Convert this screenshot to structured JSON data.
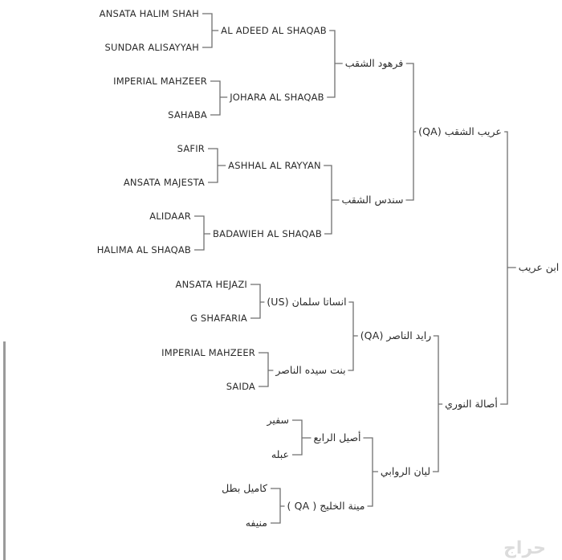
{
  "pedigree": {
    "root": "ابن عريب",
    "sire": {
      "name": "عريب الشقب (QA)",
      "sire": {
        "name": "فرهود الشقب",
        "sire": {
          "name": "AL ADEED AL SHAQAB",
          "sire": "ANSATA HALIM SHAH",
          "dam": "SUNDAR ALISAYYAH"
        },
        "dam": {
          "name": "JOHARA AL SHAQAB",
          "sire": "IMPERIAL MAHZEER",
          "dam": "SAHABA"
        }
      },
      "dam": {
        "name": "سندس الشقب",
        "sire": {
          "name": "ASHHAL AL RAYYAN",
          "sire": "SAFIR",
          "dam": "ANSATA MAJESTA"
        },
        "dam": {
          "name": "BADAWIEH AL SHAQAB",
          "sire": "ALIDAAR",
          "dam": "HALIMA AL SHAQAB"
        }
      }
    },
    "dam": {
      "name": "أصالة النوري",
      "sire": {
        "name": "رايد الناصر (QA)",
        "sire": {
          "name": "انساتا سلمان (US)",
          "sire": "ANSATA HEJAZI",
          "dam": "G SHAFARIA"
        },
        "dam": {
          "name": "بنت سيده الناصر",
          "sire": "IMPERIAL MAHZEER",
          "dam": "SAIDA"
        }
      },
      "dam": {
        "name": "ليان الروابي",
        "sire": {
          "name": "أصيل الرابع",
          "sire": "سفير",
          "dam": "عبله"
        },
        "dam": {
          "name": "مينة الخليج ( QA )",
          "sire": "كاميل بطل",
          "dam": "منيفه"
        }
      }
    }
  },
  "watermark": "حراج"
}
